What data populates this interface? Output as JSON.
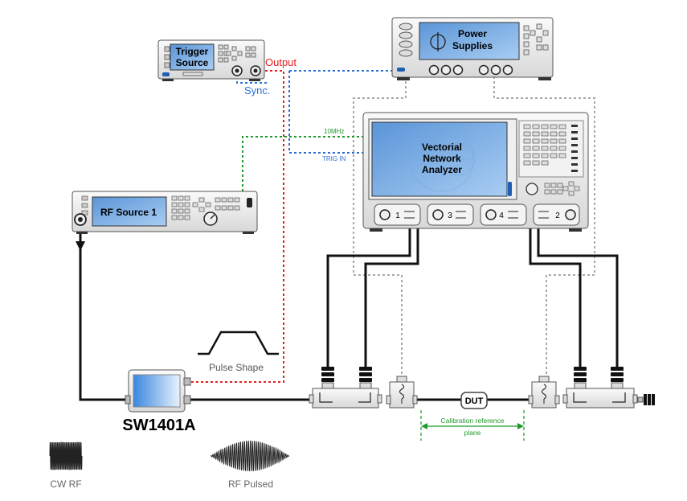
{
  "instruments": {
    "trigger_source": {
      "label_line1": "Trigger",
      "label_line2": "Source"
    },
    "power_supplies": {
      "label_line1": "Power",
      "label_line2": "Supplies"
    },
    "vna": {
      "label_line1": "Vectorial",
      "label_line2": "Network",
      "label_line3": "Analyzer",
      "ports": [
        "1",
        "3",
        "4",
        "2"
      ]
    },
    "rf_source": {
      "label": "RF Source 1"
    },
    "switch": {
      "label": "SW1401A"
    }
  },
  "signals": {
    "output": "Output",
    "sync": "Sync.",
    "ref_10mhz": "10MHz",
    "trig_in": "TRIG IN"
  },
  "annotations": {
    "pulse_shape": "Pulse Shape",
    "dut": "DUT",
    "cal_plane_line1": "Calibration reference",
    "cal_plane_line2": "plane",
    "cw_rf": "CW RF",
    "rf_pulsed": "RF Pulsed"
  },
  "colors": {
    "output_line": "#e02020",
    "sync_line": "#2a6fd6",
    "ref_line": "#1f9a2a",
    "rf_cable": "#111111",
    "bias_line": "#a8a8a8",
    "screen": "#6fa6e0"
  }
}
